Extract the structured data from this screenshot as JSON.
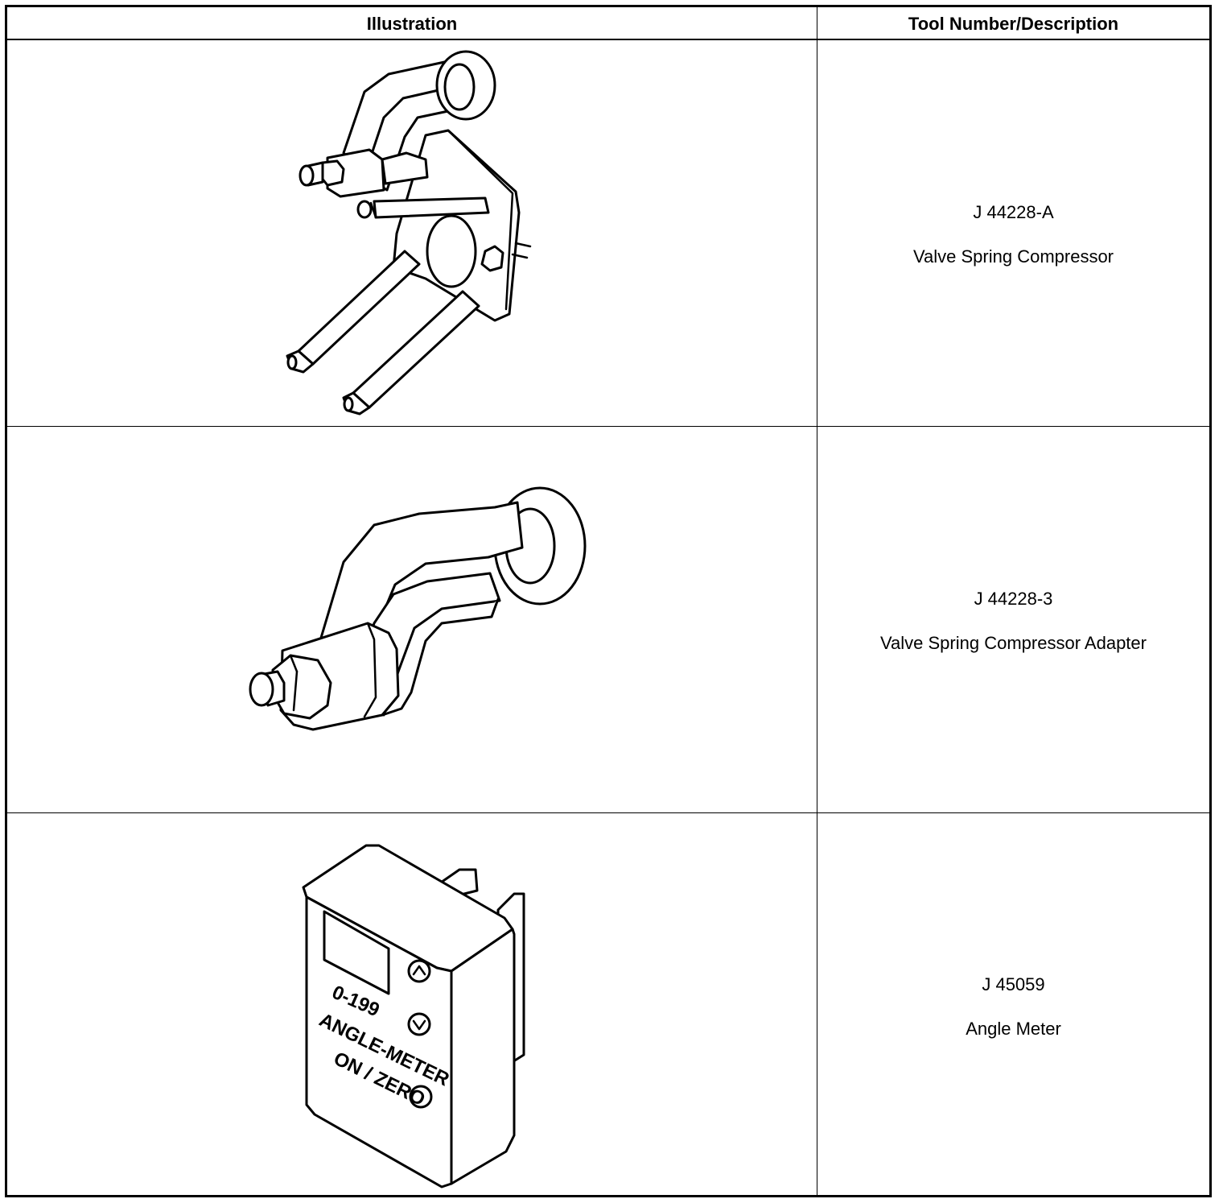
{
  "table": {
    "header": {
      "illustration": "Illustration",
      "tool": "Tool Number/Description"
    },
    "rows": [
      {
        "tool_number": "J 44228-A",
        "description": "Valve Spring Compressor"
      },
      {
        "tool_number": "J 44228-3",
        "description": "Valve Spring Compressor Adapter"
      },
      {
        "tool_number": "J 45059",
        "description": "Angle Meter",
        "device_labels": {
          "range": "0-199",
          "name": "ANGLE-METER",
          "button": "ON / ZERO"
        }
      }
    ]
  }
}
